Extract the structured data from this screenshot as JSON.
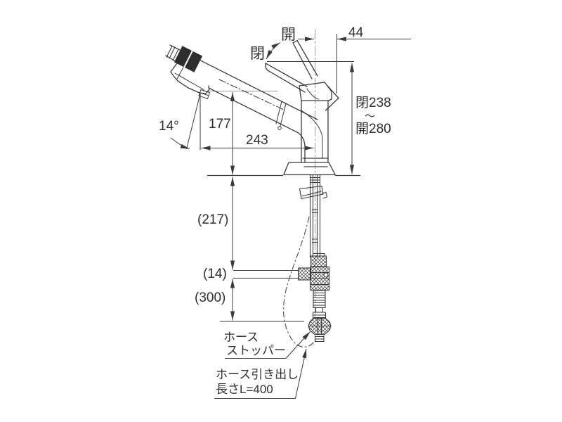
{
  "diagram": {
    "type": "faucet-technical-drawing",
    "colors": {
      "line": "#3a3a3a",
      "background": "#ffffff",
      "grip_band": "#2d2d2d",
      "reference_line": "#9a9a9a"
    },
    "labels": {
      "open": "開",
      "close": "閉",
      "dim_top_offset": "44",
      "dim_height_closed": "閉238",
      "tilde": "〜",
      "dim_height_open": "開280",
      "dim_spout_height": "177",
      "dim_angle": "14°",
      "dim_reach": "243",
      "dim_under_counter": "(217)",
      "dim_inlet_gap": "(14)",
      "dim_hose_drop": "(300)",
      "hose_stopper_line1": "ホース",
      "hose_stopper_line2": "ストッパー",
      "hose_pullout_line1": "ホース引き出し",
      "hose_pullout_line2": "長さL=400"
    }
  }
}
